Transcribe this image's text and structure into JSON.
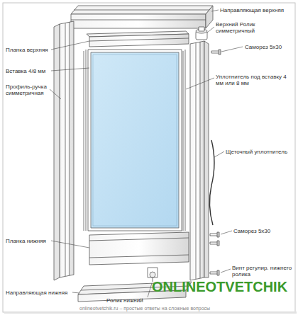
{
  "diagram": {
    "labels": [
      "Направляющая верхняя",
      "Верхний Ролик симметричный",
      "Саморез 5х30",
      "Планка верхняя",
      "Вставка 4/8 мм",
      "Уплотнитель под вставку 4 мм или 8 мм",
      "Профиль-ручка симметричная",
      "Щеточный уплотнитель",
      "Саморез 5х30",
      "Планка нижняя",
      "Винт регулир. нижнего ролика",
      "Направляющая нижняя",
      "Ролик нижний",
      "ONLINEOTVETCHIK",
      "onlineotvetchik.ru – простые ответы на сложные вопросы"
    ]
  }
}
